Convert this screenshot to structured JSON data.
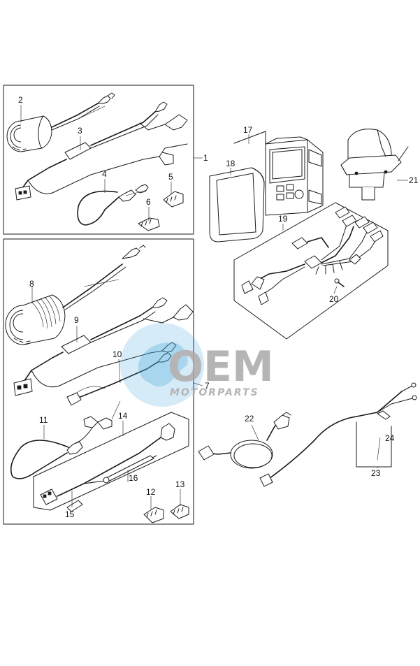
{
  "diagram": {
    "callouts": [
      {
        "key": "c1",
        "text": "1"
      },
      {
        "key": "c2",
        "text": "2"
      },
      {
        "key": "c3",
        "text": "3"
      },
      {
        "key": "c4",
        "text": "4"
      },
      {
        "key": "c5",
        "text": "5"
      },
      {
        "key": "c6",
        "text": "6"
      },
      {
        "key": "c7",
        "text": "7"
      },
      {
        "key": "c8",
        "text": "8"
      },
      {
        "key": "c9",
        "text": "9"
      },
      {
        "key": "c10",
        "text": "10"
      },
      {
        "key": "c11",
        "text": "11"
      },
      {
        "key": "c12",
        "text": "12"
      },
      {
        "key": "c13",
        "text": "13"
      },
      {
        "key": "c14",
        "text": "14"
      },
      {
        "key": "c15",
        "text": "15"
      },
      {
        "key": "c16",
        "text": "16"
      },
      {
        "key": "c17",
        "text": "17"
      },
      {
        "key": "c18",
        "text": "18"
      },
      {
        "key": "c19",
        "text": "19"
      },
      {
        "key": "c20",
        "text": "20"
      },
      {
        "key": "c21",
        "text": "21"
      },
      {
        "key": "c22",
        "text": "22"
      },
      {
        "key": "c23",
        "text": "23"
      },
      {
        "key": "c24",
        "text": "24"
      }
    ]
  },
  "watermark": {
    "brand": "OEM",
    "subtitle": "MOTORPARTS",
    "colors": {
      "globe": "#3aa0dc",
      "globe_light": "#9fd2f0",
      "letters": "#a9a9a9"
    }
  },
  "colors": {
    "line": "#1a1a1a",
    "background": "#ffffff"
  }
}
